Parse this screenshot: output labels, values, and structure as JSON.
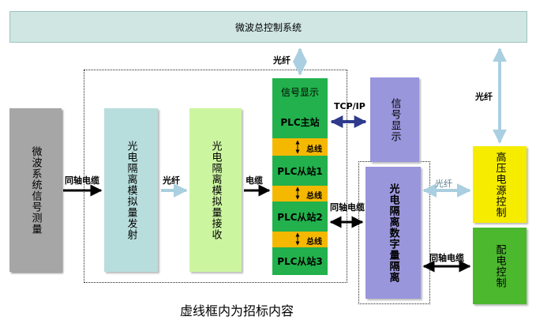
{
  "top_system": "微波总控制系统",
  "blocks": {
    "signal_measure": "微波系统信号测量",
    "analog_tx": "光电隔离模拟量发射",
    "analog_rx": "光电隔离模拟量接收",
    "signal_display_right": "信号显示",
    "digital_iso": "光电隔离数字量隔离",
    "hv_power": "高压电源控制",
    "power_dist": "配电控制"
  },
  "plc": {
    "display": "信号显示",
    "master": "PLC主站",
    "slave1": "PLC从站1",
    "slave2": "PLC从站2",
    "slave3": "PLC从站3",
    "bus1": "总线",
    "bus2": "总线",
    "bus3": "总线"
  },
  "links": {
    "fiber_top": "光纤",
    "fiber_right": "光纤",
    "coax1": "同轴电缆",
    "fiber_mid": "光纤",
    "cable": "电缆",
    "tcpip": "TCP/IP",
    "coax2": "同轴电缆",
    "fiber_digital": "光纤",
    "coax3": "同轴电缆"
  },
  "caption": "虚线框内为招标内容",
  "colors": {
    "top_bar": "#cfe6e3",
    "gray_block": "#a6a6a6",
    "teal_block": "#b7dedd",
    "green_light": "#ccf5a0",
    "plc_green": "#22b14c",
    "plc_bus": "#f5b800",
    "purple": "#9a96dc",
    "yellow": "#f5ec00",
    "green_dark": "#4cb82e",
    "arrow_blue": "#2e3a8c",
    "arrow_light": "#a9cfe0"
  },
  "icons": {
    "arrow": "arrow-icon",
    "double_arrow": "double-arrow-icon"
  }
}
